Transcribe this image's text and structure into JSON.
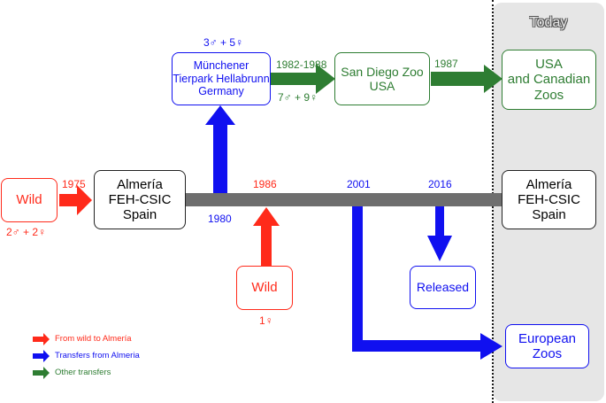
{
  "today_title": "Today",
  "colors": {
    "wild": "#ff2a1a",
    "almeria": "#1010f0",
    "other": "#2e7d32",
    "timeline": "#6e6e6e",
    "panel": "#e6e6e6"
  },
  "nodes": {
    "wild_1975": [
      "Wild"
    ],
    "almeria_origin": [
      "Almería",
      "FEH-CSIC",
      "Spain"
    ],
    "munich": [
      "Münchener",
      "Tierpark Hellabrunn",
      "Germany"
    ],
    "san_diego": [
      "San Diego Zoo",
      "USA"
    ],
    "usa_canada": [
      "USA",
      "and Canadian",
      "Zoos"
    ],
    "almeria_today": [
      "Almería",
      "FEH-CSIC",
      "Spain"
    ],
    "wild_1986": [
      "Wild"
    ],
    "released": [
      "Released"
    ],
    "european": [
      "European",
      "Zoos"
    ]
  },
  "labels": {
    "y1975": "1975",
    "founders_1975": "2♂ + 2♀",
    "y1980": "1980",
    "munich_count": "3♂ + 5♀",
    "y1982_1988": "1982-1988",
    "sandiego_count": "7♂ + 9♀",
    "y1987": "1987",
    "y1986": "1986",
    "founders_1986": "1♀",
    "y2001": "2001",
    "y2016": "2016"
  },
  "legend": [
    {
      "label": "From wild to Almería",
      "color": "#ff2a1a"
    },
    {
      "label": "Transfers from Almeria",
      "color": "#1010f0"
    },
    {
      "label": "Other transfers",
      "color": "#2e7d32"
    }
  ]
}
